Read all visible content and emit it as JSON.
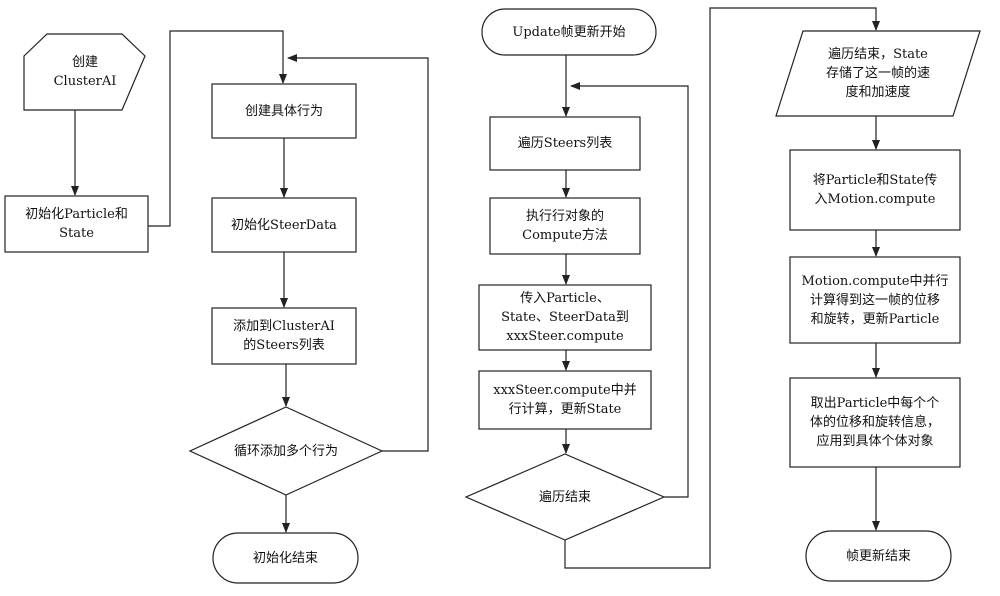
{
  "left_column": {
    "create_cluster": "创建\nClusterAI",
    "init_particle_state": "初始化Particle和\nState",
    "create_behavior": "创建具体行为",
    "init_steerdata": "初始化SteerData",
    "add_to_steers": "添加到ClusterAI\n的Steers列表",
    "loop_add": "循环添加多个行为",
    "init_end": "初始化结束"
  },
  "middle_column": {
    "update_start": "Update帧更新开始",
    "iterate_steers": "遍历Steers列表",
    "exec_compute": "执行行对象的\nCompute方法",
    "pass_params": "传入Particle、\nState、SteerData到\nxxxSteer.compute",
    "parallel_compute": "xxxSteer.compute中并\n行计算，更新State",
    "iterate_end": "遍历结束"
  },
  "right_column": {
    "state_stored": "遍历结束，State\n存储了这一帧的速\n度和加速度",
    "pass_motion": "将Particle和State传\n入Motion.compute",
    "motion_compute": "Motion.compute中并行\n计算得到这一帧的位移\n和旋转，更新Particle",
    "apply_individuals": "取出Particle中每个个\n体的位移和旋转信息，\n应用到具体个体对象",
    "frame_end": "帧更新结束"
  },
  "colors": {
    "stroke": "#222222",
    "fill": "#ffffff",
    "text": "#111111"
  }
}
